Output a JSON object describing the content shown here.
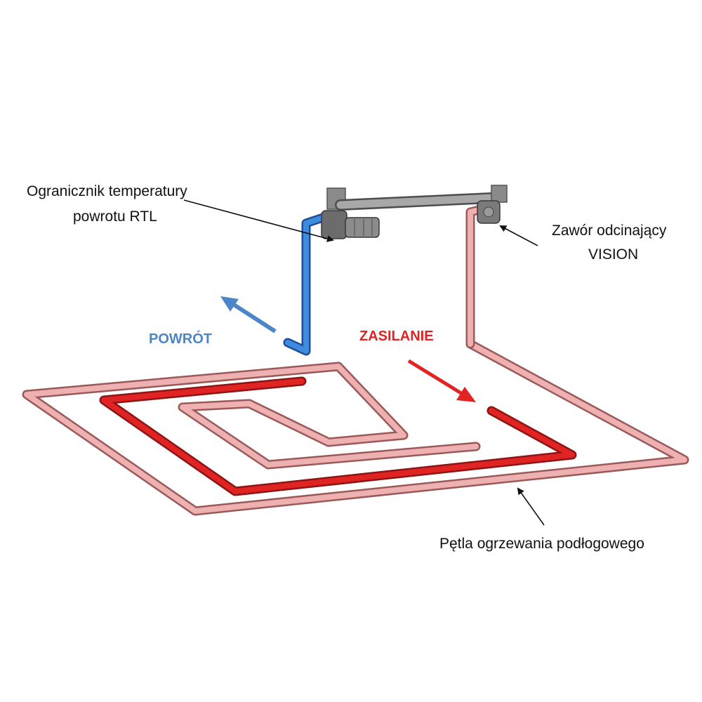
{
  "labels": {
    "rtl_line1": "Ogranicznik temperatury",
    "rtl_line2": "powrotu RTL",
    "vision_line1": "Zawór odcinający",
    "vision_line2": "VISION",
    "loop": "Pętla ogrzewania podłogowego"
  },
  "flows": {
    "return_label": "POWRÓT",
    "supply_label": "ZASILANIE"
  },
  "colors": {
    "return": "#4a86c8",
    "supply": "#e32222",
    "pipe_pink": "#e8a4a4",
    "pipe_red": "#d81e1e",
    "pipe_blue": "#3a7fd8",
    "manifold": "#9c9c9c"
  }
}
